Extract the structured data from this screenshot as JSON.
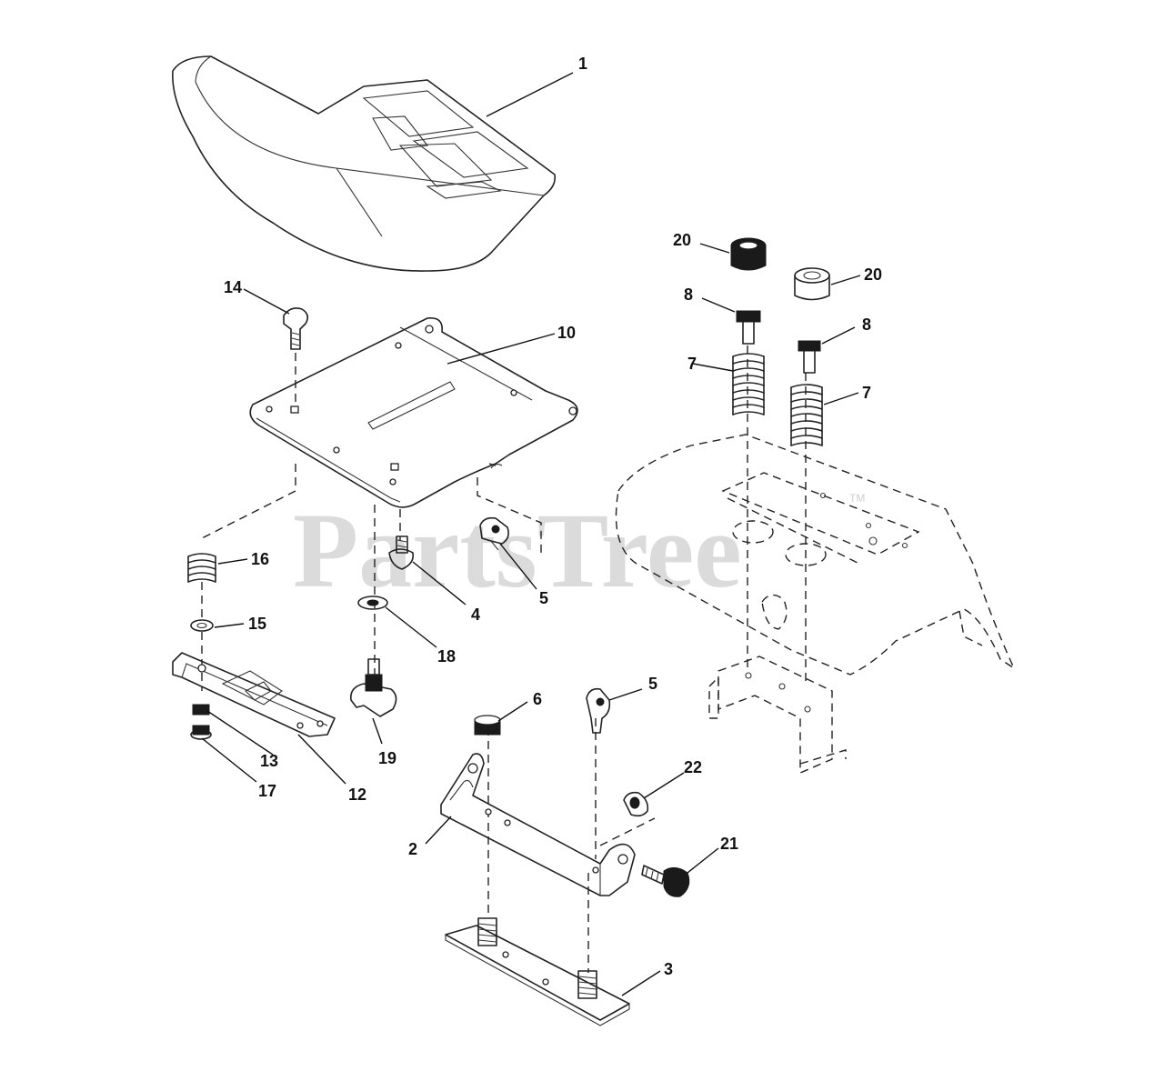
{
  "watermark": {
    "text": "PartsTree",
    "trademark": "TM",
    "color": "#cfcfcf"
  },
  "callouts": [
    {
      "id": "c1",
      "label": "1"
    },
    {
      "id": "c2",
      "label": "2"
    },
    {
      "id": "c3",
      "label": "3"
    },
    {
      "id": "c4",
      "label": "4"
    },
    {
      "id": "c5a",
      "label": "5"
    },
    {
      "id": "c5b",
      "label": "5"
    },
    {
      "id": "c6",
      "label": "6"
    },
    {
      "id": "c7a",
      "label": "7"
    },
    {
      "id": "c7b",
      "label": "7"
    },
    {
      "id": "c8a",
      "label": "8"
    },
    {
      "id": "c8b",
      "label": "8"
    },
    {
      "id": "c10",
      "label": "10"
    },
    {
      "id": "c12",
      "label": "12"
    },
    {
      "id": "c13",
      "label": "13"
    },
    {
      "id": "c14",
      "label": "14"
    },
    {
      "id": "c15",
      "label": "15"
    },
    {
      "id": "c16",
      "label": "16"
    },
    {
      "id": "c17",
      "label": "17"
    },
    {
      "id": "c18",
      "label": "18"
    },
    {
      "id": "c19",
      "label": "19"
    },
    {
      "id": "c20a",
      "label": "20"
    },
    {
      "id": "c20b",
      "label": "20"
    },
    {
      "id": "c21",
      "label": "21"
    },
    {
      "id": "c22",
      "label": "22"
    }
  ],
  "colors": {
    "line": "#222222",
    "background": "#ffffff"
  }
}
